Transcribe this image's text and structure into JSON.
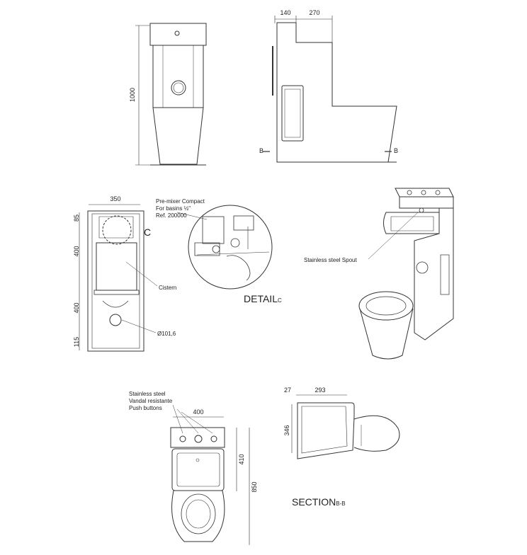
{
  "front_view": {
    "height_dim": "1000"
  },
  "side_view": {
    "dim_left": "140",
    "dim_right": "270",
    "section_mark_left": "B",
    "section_mark_right": "B"
  },
  "plan_view": {
    "width_dim": "350",
    "dim_top": "85",
    "dim_mid": "400",
    "dim_lower": "400",
    "dim_bottom": "115",
    "detail_marker": "C",
    "cistern_label": "Cistern",
    "diameter_label": "Ø101,6"
  },
  "detail": {
    "premixer_lines": [
      "Pre-mixer Compact",
      "For basins ½\"",
      "Ref. 200000"
    ],
    "title": "DETAIL",
    "title_sub": "C"
  },
  "iso_view": {
    "spout_label": "Stainless steel Spout"
  },
  "top_view": {
    "button_lines": [
      "Stainless steel",
      "Vandal resistante",
      "Push buttons"
    ],
    "width_dim": "400",
    "dim_upper": "410",
    "dim_total": "850"
  },
  "section": {
    "dim_left": "27",
    "dim_right": "293",
    "dim_height": "346",
    "title": "SECTION",
    "title_sub": "B-B"
  }
}
